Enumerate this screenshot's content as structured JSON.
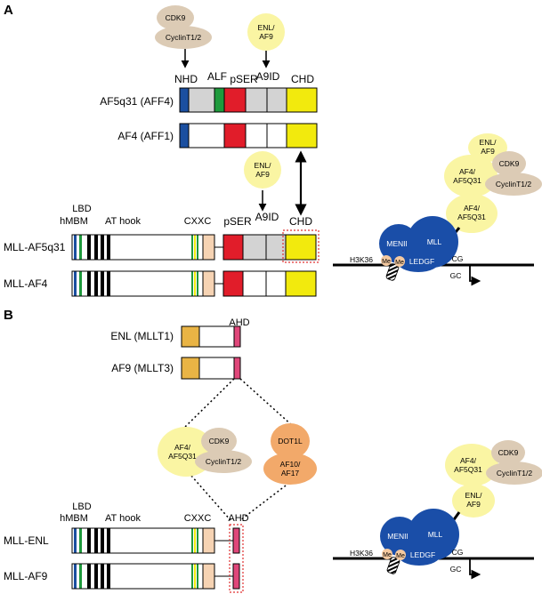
{
  "panels": {
    "a": "A",
    "b": "B"
  },
  "colors": {
    "blue": "#1b4fa0",
    "grey": "#d3d3d3",
    "green": "#1e9a3c",
    "red": "#e11d2a",
    "yellow": "#f2ea0d",
    "tan": "#dccbb5",
    "paleyellow": "#faf5a3",
    "orange": "#f2a96a",
    "peach": "#f6d3b3",
    "orangebox": "#e9b445",
    "pink": "#e0477a",
    "darkblue": "#1a4ea8",
    "dashred": "#e03030"
  },
  "a": {
    "cdk9": "CDK9",
    "cyclin": "CyclinT1/2",
    "enl_af9": [
      "ENL/",
      "AF9"
    ],
    "domains_top": {
      "nhd": "NHD",
      "alf": "ALF",
      "pser": "pSER",
      "a9id": "A9ID",
      "chd": "CHD"
    },
    "af5q31_label": "AF5q31 (AFF4)",
    "af4_label": "AF4 (AFF1)",
    "enl_af9_mid": [
      "ENL/",
      "AF9"
    ],
    "domains_mid": {
      "pser": "pSER",
      "a9id": "A9ID",
      "chd": "CHD"
    },
    "mll_domains": {
      "lbd": "LBD",
      "hmbm": "hMBM",
      "athook": "AT hook",
      "cxxc": "CXXC"
    },
    "mll_af5q31": "MLL-AF5q31",
    "mll_af4": "MLL-AF4",
    "complex": {
      "enl_af9": [
        "ENL/",
        "AF9"
      ],
      "cdk9": "CDK9",
      "af4_top": [
        "AF4/",
        "AF5Q31"
      ],
      "cyclin": "CyclinT1/2",
      "af4_bottom": [
        "AF4/",
        "AF5Q31"
      ],
      "menin": "MENIN",
      "mll": "MLL",
      "ledgf": "LEDGF",
      "h3k36": "H3K36",
      "me1": "Me",
      "me2": "Me",
      "cg": "CG",
      "gc": "GC"
    }
  },
  "b": {
    "ahd": "AHD",
    "enl_label": "ENL (MLLT1)",
    "af9_label": "AF9 (MLLT3)",
    "af4": [
      "AF4/",
      "AF5Q31"
    ],
    "cdk9": "CDK9",
    "cyclin": "CyclinT1/2",
    "dot1l": "DOT1L",
    "af10": [
      "AF10/",
      "AF17"
    ],
    "mll_domains": {
      "lbd": "LBD",
      "hmbm": "hMBM",
      "athook": "AT hook",
      "cxxc": "CXXC",
      "ahd": "AHD"
    },
    "mll_enl": "MLL-ENL",
    "mll_af9": "MLL-AF9",
    "complex": {
      "cdk9": "CDK9",
      "af4": [
        "AF4/",
        "AF5Q31"
      ],
      "cyclin": "CyclinT1/2",
      "enl_af9": [
        "ENL/",
        "AF9"
      ],
      "menin": "MENIN",
      "mll": "MLL",
      "ledgf": "LEDGF",
      "h3k36": "H3K36",
      "me1": "Me",
      "me2": "Me",
      "cg": "CG",
      "gc": "GC"
    }
  }
}
